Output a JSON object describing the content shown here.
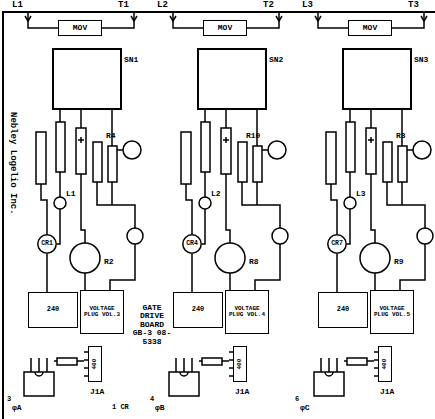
{
  "diagram": {
    "nodes": [
      {
        "text": [
          "MOV"
        ]
      },
      {
        "text": [
          "MOV"
        ]
      },
      {
        "text": [
          "MOV"
        ]
      },
      {
        "text": [
          "SN1"
        ]
      },
      {
        "text": [
          "SN2"
        ]
      },
      {
        "text": [
          "SN3"
        ]
      },
      {
        "text": [
          "CR1"
        ]
      },
      {
        "text": [
          "CR4"
        ]
      },
      {
        "text": [
          "CR7"
        ]
      },
      {
        "text": [
          "240"
        ]
      },
      {
        "text": [
          "VOLTAGE PLUG VOL.3"
        ]
      },
      {
        "text": [
          "400"
        ]
      },
      {
        "text": [
          "240"
        ]
      },
      {
        "text": [
          "VOLTAGE PLUG VOL.4"
        ]
      },
      {
        "text": [
          "400"
        ]
      },
      {
        "text": [
          "240"
        ]
      },
      {
        "text": [
          "VOLTAGE PLUG VOL.5"
        ]
      },
      {
        "text": [
          "400"
        ]
      }
    ],
    "labels": [
      "L1",
      "T1",
      "L2",
      "T2",
      "L3",
      "T3",
      "Nebley Logelio Inc.",
      "R4",
      "L1",
      "R2",
      "R10",
      "L2",
      "R8",
      "R3",
      "L3",
      "R9",
      "J1A",
      "J1A",
      "J1A",
      "GATE DRIVE BOARD GB-3 08-5338",
      "3",
      "φA",
      "1 CR",
      "4",
      "φB",
      "6",
      "φC"
    ]
  }
}
